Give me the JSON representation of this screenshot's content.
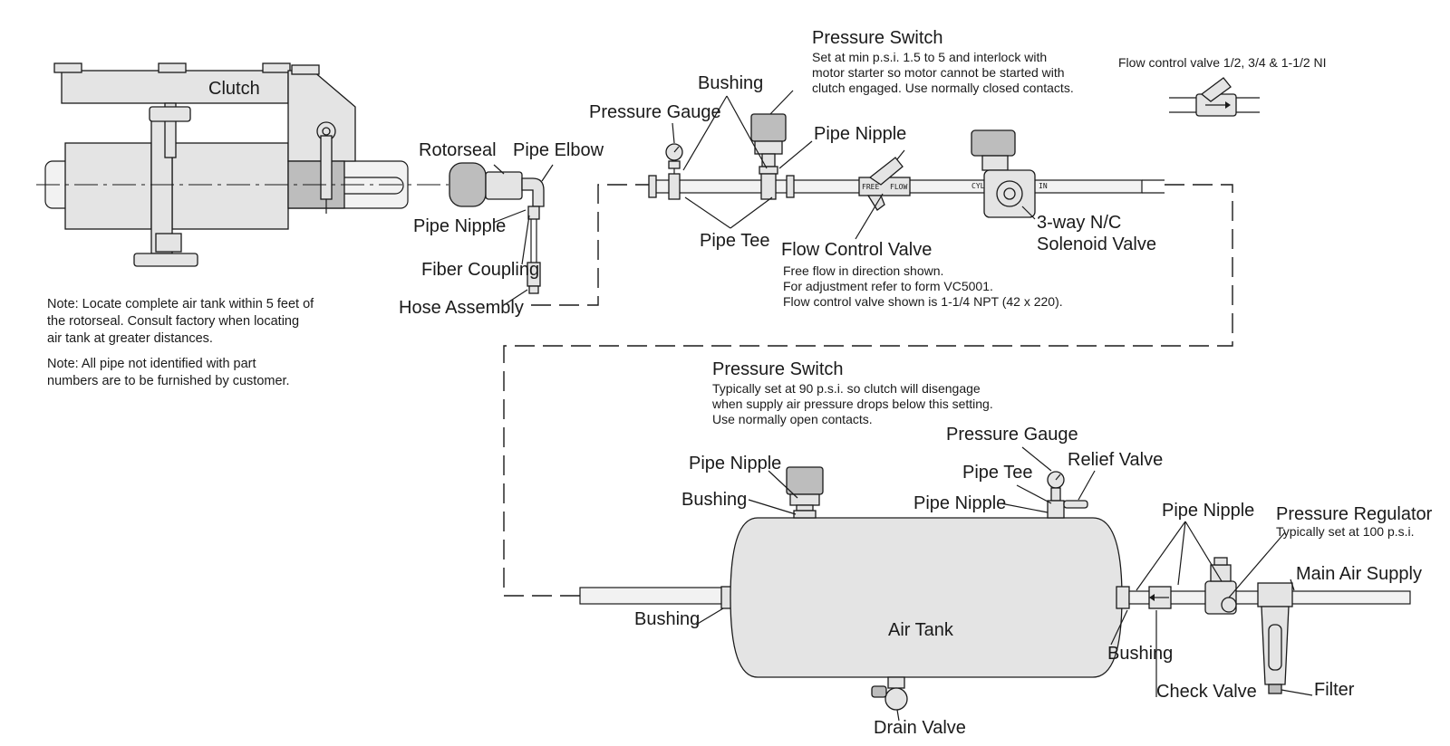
{
  "clutch_assembly": {
    "clutch_label": "Clutch"
  },
  "top_line": {
    "rotorseal": "Rotorseal",
    "pipe_elbow": "Pipe Elbow",
    "pipe_nipple_left": "Pipe Nipple",
    "fiber_coupling": "Fiber Coupling",
    "hose_assembly": "Hose Assembly",
    "pressure_gauge": "Pressure Gauge",
    "bushing": "Bushing",
    "pipe_tee": "Pipe Tee",
    "pipe_nipple": "Pipe Nipple",
    "pressure_switch": {
      "title": "Pressure Switch",
      "lines": [
        "Set at min p.s.i. 1.5 to 5 and interlock with",
        "motor starter so motor cannot be started with",
        "clutch engaged. Use normally closed contacts."
      ]
    },
    "flow_control_valve": {
      "title": "Flow Control Valve",
      "lines": [
        "Free flow in direction shown.",
        "For adjustment refer to form VC5001.",
        "Flow control valve shown is 1-1/4 NPT (42 x 220)."
      ],
      "body_text_left": "FREE",
      "body_text_right": "FLOW"
    },
    "solenoid_valve": {
      "line1": "3-way N/C",
      "line2": "Solenoid Valve",
      "port_cyl": "CYL",
      "port_in": "IN"
    },
    "flow_valve_inset": "Flow control valve 1/2, 3/4 & 1-1/2 NI"
  },
  "notes": {
    "note1": [
      "Note: Locate complete air tank within 5 feet of",
      "the rotorseal. Consult factory when locating",
      "air tank at greater distances."
    ],
    "note2": [
      "Note: All pipe not identified with part",
      "numbers are to be furnished by customer."
    ]
  },
  "bottom_line": {
    "pressure_switch": {
      "title": "Pressure Switch",
      "lines": [
        "Typically set at 90 p.s.i. so clutch will disengage",
        "when supply air pressure drops below this setting.",
        "Use normally open contacts."
      ]
    },
    "pipe_nipple_top_left": "Pipe Nipple",
    "bushing_top": "Bushing",
    "pressure_gauge": "Pressure Gauge",
    "pipe_tee": "Pipe Tee",
    "relief_valve": "Relief Valve",
    "pipe_nipple_top_right": "Pipe Nipple",
    "air_tank": "Air Tank",
    "bushing_left": "Bushing",
    "bushing_right": "Bushing",
    "drain_valve": "Drain Valve",
    "pipe_nipple_right": "Pipe Nipple",
    "pressure_regulator": {
      "title": "Pressure Regulator",
      "subtitle": "Typically set at 100 p.s.i."
    },
    "main_air_supply": "Main Air Supply",
    "check_valve": "Check Valve",
    "filter": "Filter"
  }
}
